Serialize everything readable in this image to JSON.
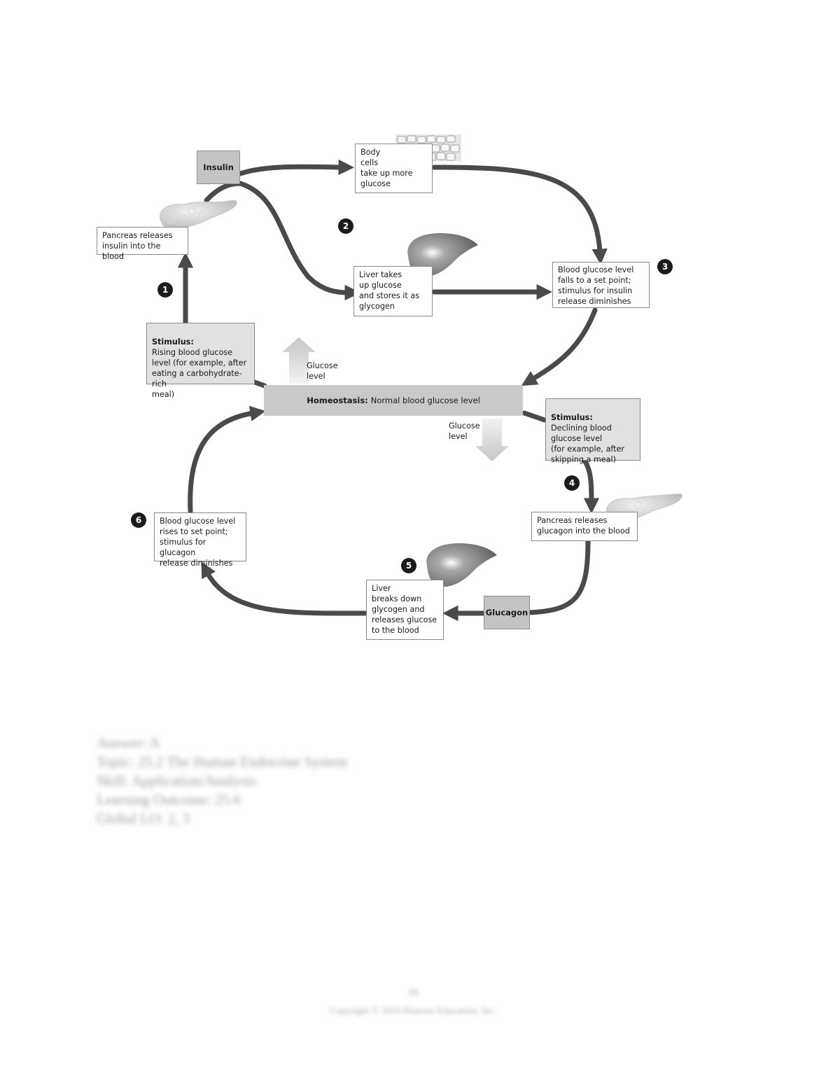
{
  "hormones": {
    "insulin": "Insulin",
    "glucagon": "Glucagon"
  },
  "steps": [
    "1",
    "2",
    "3",
    "4",
    "5",
    "6"
  ],
  "boxes": {
    "pancreas_insulin": "Pancreas releases\ninsulin into the blood",
    "body_cells": "Body\ncells\ntake up more\nglucose",
    "liver_stores": "Liver takes\nup glucose\nand stores it as\nglycogen",
    "falls_set_point": "Blood glucose level\nfalls to a set point;\nstimulus for insulin\nrelease diminishes",
    "stimulus_rising_title": "Stimulus:",
    "stimulus_rising_text": "Rising blood glucose\nlevel (for example, after\neating a carbohydrate-rich\nmeal)",
    "stimulus_declining_title": "Stimulus:",
    "stimulus_declining_text": "Declining blood\nglucose level\n(for example, after\nskipping a meal)",
    "pancreas_glucagon": "Pancreas releases\nglucagon into the blood",
    "liver_breaks": "Liver\nbreaks down\nglycogen and\nreleases glucose\nto the blood",
    "rises_set_point": "Blood glucose level\nrises to set point;\nstimulus for glucagon\nrelease diminishes"
  },
  "homeostasis": {
    "bold": "Homeostasis:",
    "text": "Normal blood glucose level"
  },
  "glucose_up_label": "Glucose\nlevel",
  "glucose_down_label": "Glucose\nlevel",
  "footer": {
    "lines": [
      "Answer:  A",
      "Topic:  25.2 The Human Endocrine System",
      "Skill:  Application/Analysis",
      "Learning Outcome:  25.6",
      "Global LO:  2, 3"
    ],
    "page_number": "16",
    "copyright": "Copyright © 2016 Pearson Education, Inc."
  },
  "colors": {
    "arrow": "#4a4a4a",
    "hormone_box": "#c4c4c4",
    "stimulus_box": "#e1e1e1",
    "homeostasis_bar": "#c9c9c9"
  }
}
